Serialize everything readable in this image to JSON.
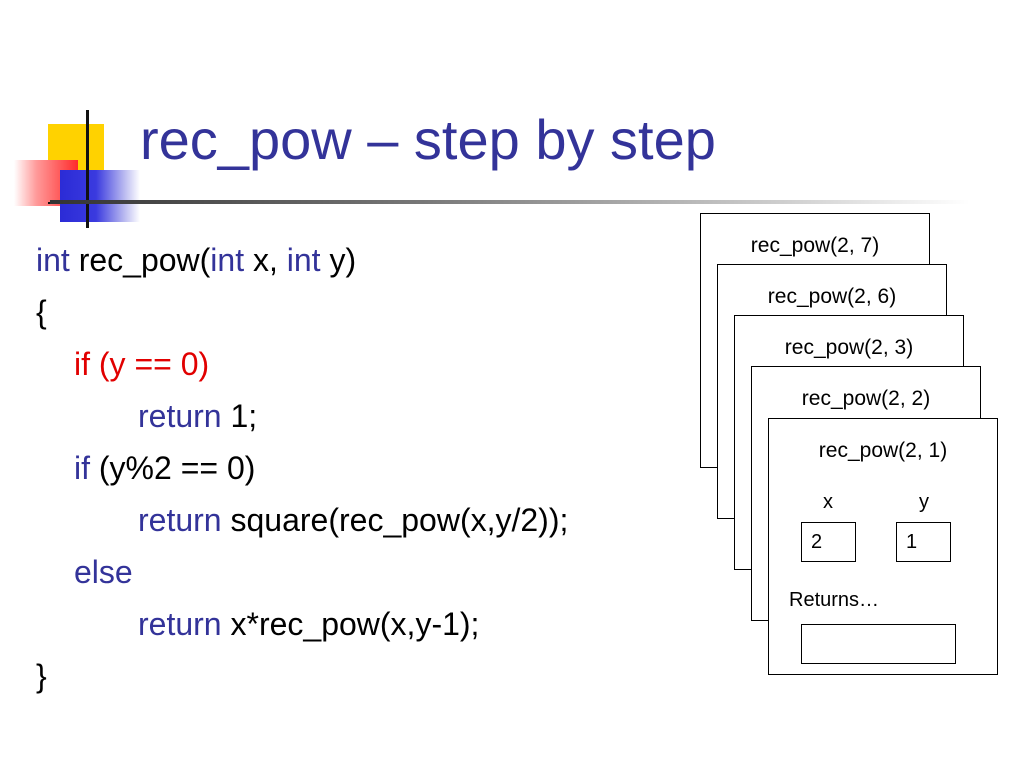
{
  "title": "rec_pow – step by step",
  "code": {
    "l1": {
      "kw1": "int",
      "t1": " rec_pow(",
      "kw2": "int",
      "t2": " x, ",
      "kw3": "int",
      "t3": " y)"
    },
    "l2": "{",
    "l3": "if (y == 0)",
    "l4": {
      "kw": "return",
      "t": " 1;"
    },
    "l5": {
      "kw": "if",
      "t": " (y%2 == 0)"
    },
    "l6": {
      "kw": "return",
      "t": " square(rec_pow(x,y/2));"
    },
    "l7": "else",
    "l8": {
      "kw": "return",
      "t": " x*rec_pow(x,y-1);"
    },
    "l9": "}"
  },
  "frames": [
    {
      "label": "rec_pow(2, 7)"
    },
    {
      "label": "rec_pow(2, 6)"
    },
    {
      "label": "rec_pow(2, 3)"
    },
    {
      "label": "rec_pow(2, 2)"
    },
    {
      "label": "rec_pow(2, 1)"
    }
  ],
  "active_frame": {
    "x_label": "x",
    "y_label": "y",
    "x_value": "2",
    "y_value": "1",
    "returns_label": "Returns…",
    "returns_value": ""
  }
}
